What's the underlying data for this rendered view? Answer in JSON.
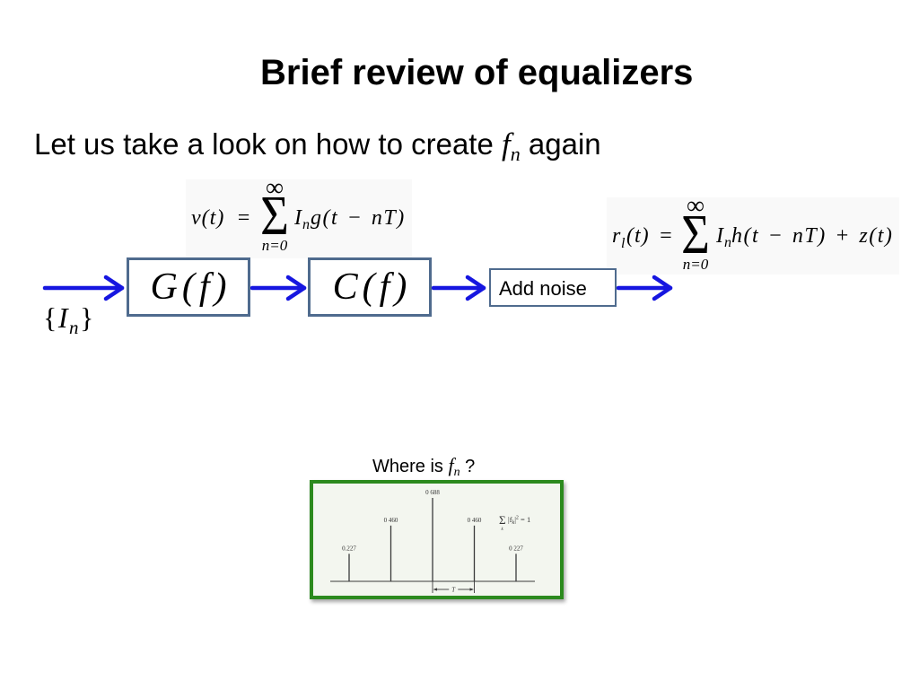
{
  "colors": {
    "arrow": "#1616e0",
    "block_border": "#4f6b8e",
    "plot_border": "#2c8a1e",
    "plot_background": "#f3f6ef",
    "stem": "#3a3a3a"
  },
  "slide": {
    "title": "Brief review of equalizers",
    "subtitle": {
      "text_before": "Let us take a look on how to create ",
      "var": "f",
      "sub": "n",
      "text_after": " again"
    }
  },
  "formula_v": {
    "lhs": "v(t) =",
    "sum_symbol": "Σ",
    "sum_upper": "∞",
    "sum_lower": "n=0",
    "term_var": "I",
    "term_sub": "n",
    "term_rest": "g(t − nT)"
  },
  "formula_r": {
    "lhs_var": "r",
    "lhs_sub": "l",
    "lhs_rest": "(t) =",
    "sum_symbol": "Σ",
    "sum_upper": "∞",
    "sum_lower": "n=0",
    "term_var": "I",
    "term_sub": "n",
    "term_rest": "h(t − nT) + z(t)"
  },
  "diagram": {
    "input": {
      "brace_open": "{",
      "var": "I",
      "sub": "n",
      "brace_close": "}"
    },
    "blocks": {
      "g_block": "G(f)",
      "c_block": "C(f)",
      "noise_block": "Add noise"
    }
  },
  "question": {
    "text_before": "Where is ",
    "var": "f",
    "sub": "n",
    "text_after": " ?"
  },
  "stem_plot": {
    "type": "stem",
    "values": [
      0.227,
      0.46,
      0.688,
      0.46,
      0.227
    ],
    "labels": [
      "0.227",
      "0 460",
      "0 688",
      "0 460",
      "0 227"
    ],
    "spacing_label": "T",
    "annotation": {
      "sum": "Σ",
      "index": "k",
      "before": "|f",
      "sub": "k",
      "after": "|",
      "sup": "2",
      "tail": " = 1"
    }
  }
}
